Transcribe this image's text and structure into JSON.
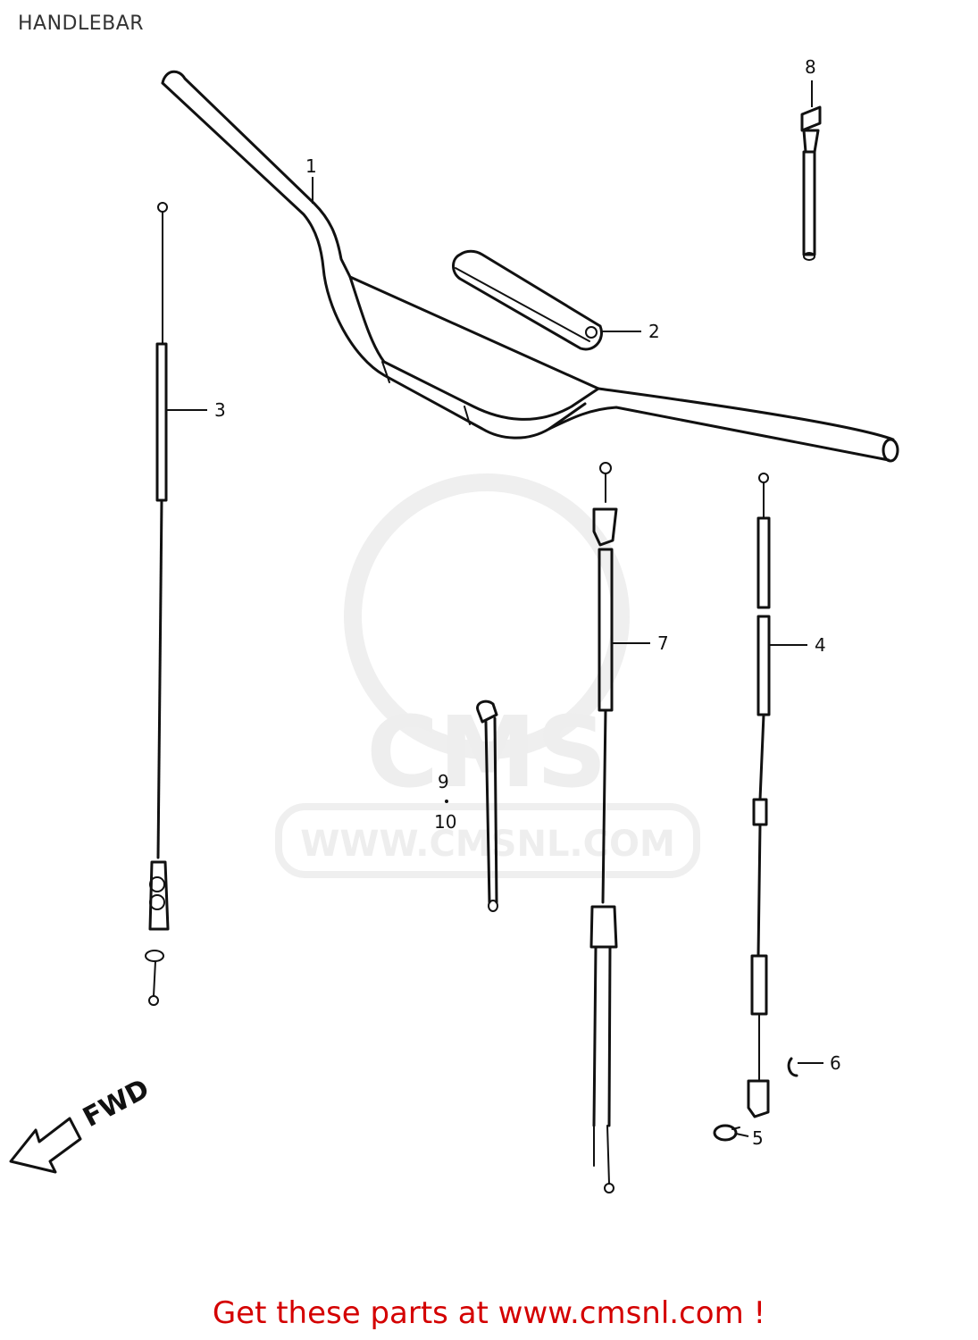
{
  "header": {
    "title": "HANDLEBAR"
  },
  "callouts": {
    "c1": "1",
    "c2": "2",
    "c3": "3",
    "c4": "4",
    "c5": "5",
    "c6": "6",
    "c7": "7",
    "c8": "8",
    "c9": "9",
    "c10": "10"
  },
  "direction_label": "FWD",
  "watermark": {
    "brand": "CMS",
    "url": "WWW.CMSNL.COM"
  },
  "footer": {
    "text": "Get these parts at www.cmsnl.com !"
  },
  "colors": {
    "footer_text": "#d40000",
    "line_art": "#111111",
    "watermark": "#eeeeee"
  }
}
